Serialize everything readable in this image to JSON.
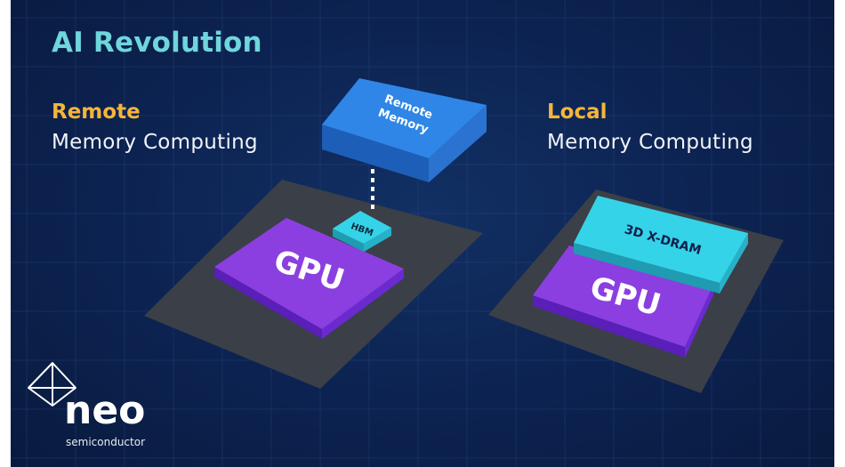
{
  "slide": {
    "title": "AI Revolution"
  },
  "left_panel": {
    "heading_highlight": "Remote",
    "heading_rest": "Memory Computing",
    "remote_memory_label_line1": "Remote",
    "remote_memory_label_line2": "Memory",
    "hbm_label": "HBM",
    "gpu_label": "GPU"
  },
  "right_panel": {
    "heading_highlight": "Local",
    "heading_rest": "Memory Computing",
    "dram_label": "3D X-DRAM",
    "gpu_label": "GPU"
  },
  "logo": {
    "wordmark": "neo",
    "tagline": "semiconductor",
    "icon": "pyramid-outline-icon"
  },
  "colors": {
    "background": "#0c2250",
    "title": "#6fd6dc",
    "highlight": "#f5b53a",
    "gpu": "#8b3fe0",
    "hbm_dram": "#35d3e8",
    "remote_memory": "#2f86e6",
    "base_plate": "#3b3f48"
  }
}
